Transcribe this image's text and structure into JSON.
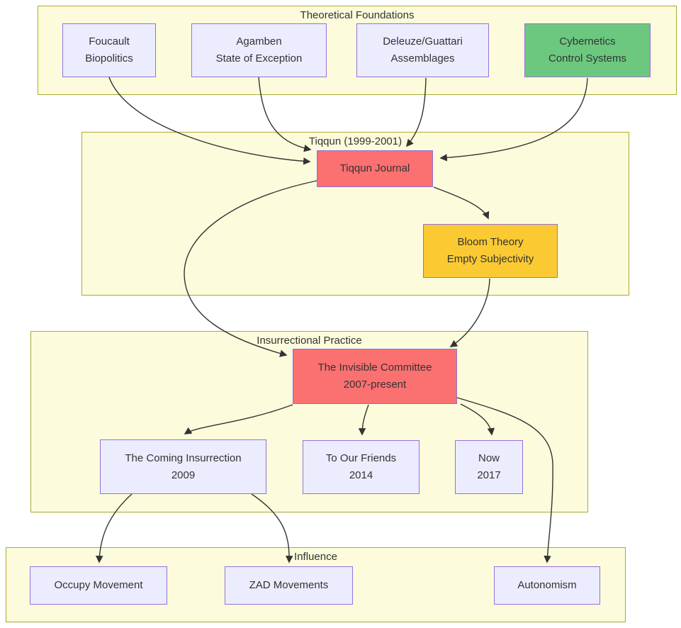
{
  "diagram": {
    "clusters": [
      {
        "id": "foundations",
        "title": "Theoretical Foundations"
      },
      {
        "id": "tiqqun",
        "title": "Tiqqun (1999-2001)"
      },
      {
        "id": "practice",
        "title": "Insurrectional Practice"
      },
      {
        "id": "influence",
        "title": "Influence"
      }
    ],
    "nodes": {
      "foucault": {
        "label": "Foucault",
        "sublabel": "Biopolitics"
      },
      "agamben": {
        "label": "Agamben",
        "sublabel": "State of Exception"
      },
      "deleuze": {
        "label": "Deleuze/Guattari",
        "sublabel": "Assemblages"
      },
      "cybernetics": {
        "label": "Cybernetics",
        "sublabel": "Control Systems"
      },
      "tiqqun_journal": {
        "label": "Tiqqun Journal"
      },
      "bloom": {
        "label": "Bloom Theory",
        "sublabel": "Empty Subjectivity"
      },
      "invisible_committee": {
        "label": "The Invisible Committee",
        "sublabel": "2007-present"
      },
      "coming_insurrection": {
        "label": "The Coming Insurrection",
        "sublabel": "2009"
      },
      "to_our_friends": {
        "label": "To Our Friends",
        "sublabel": "2014"
      },
      "now": {
        "label": "Now",
        "sublabel": "2017"
      },
      "occupy": {
        "label": "Occupy Movement"
      },
      "zad": {
        "label": "ZAD Movements"
      },
      "autonomism": {
        "label": "Autonomism"
      }
    },
    "edges": [
      {
        "from": "foucault",
        "to": "tiqqun_journal"
      },
      {
        "from": "agamben",
        "to": "tiqqun_journal"
      },
      {
        "from": "deleuze",
        "to": "tiqqun_journal"
      },
      {
        "from": "cybernetics",
        "to": "tiqqun_journal"
      },
      {
        "from": "tiqqun_journal",
        "to": "bloom"
      },
      {
        "from": "tiqqun_journal",
        "to": "invisible_committee"
      },
      {
        "from": "bloom",
        "to": "invisible_committee"
      },
      {
        "from": "invisible_committee",
        "to": "coming_insurrection"
      },
      {
        "from": "invisible_committee",
        "to": "to_our_friends"
      },
      {
        "from": "invisible_committee",
        "to": "now"
      },
      {
        "from": "invisible_committee",
        "to": "autonomism"
      },
      {
        "from": "coming_insurrection",
        "to": "occupy"
      },
      {
        "from": "coming_insurrection",
        "to": "zad"
      }
    ],
    "colors": {
      "cluster_fill": "#fcfcdc",
      "cluster_border": "#aaaa33",
      "node_fill": "#ececff",
      "node_border": "#9370db",
      "node_red": "#fb7070",
      "node_gold": "#fbca33",
      "node_green": "#6dc87f",
      "edge": "#333333",
      "text": "#333333"
    }
  }
}
